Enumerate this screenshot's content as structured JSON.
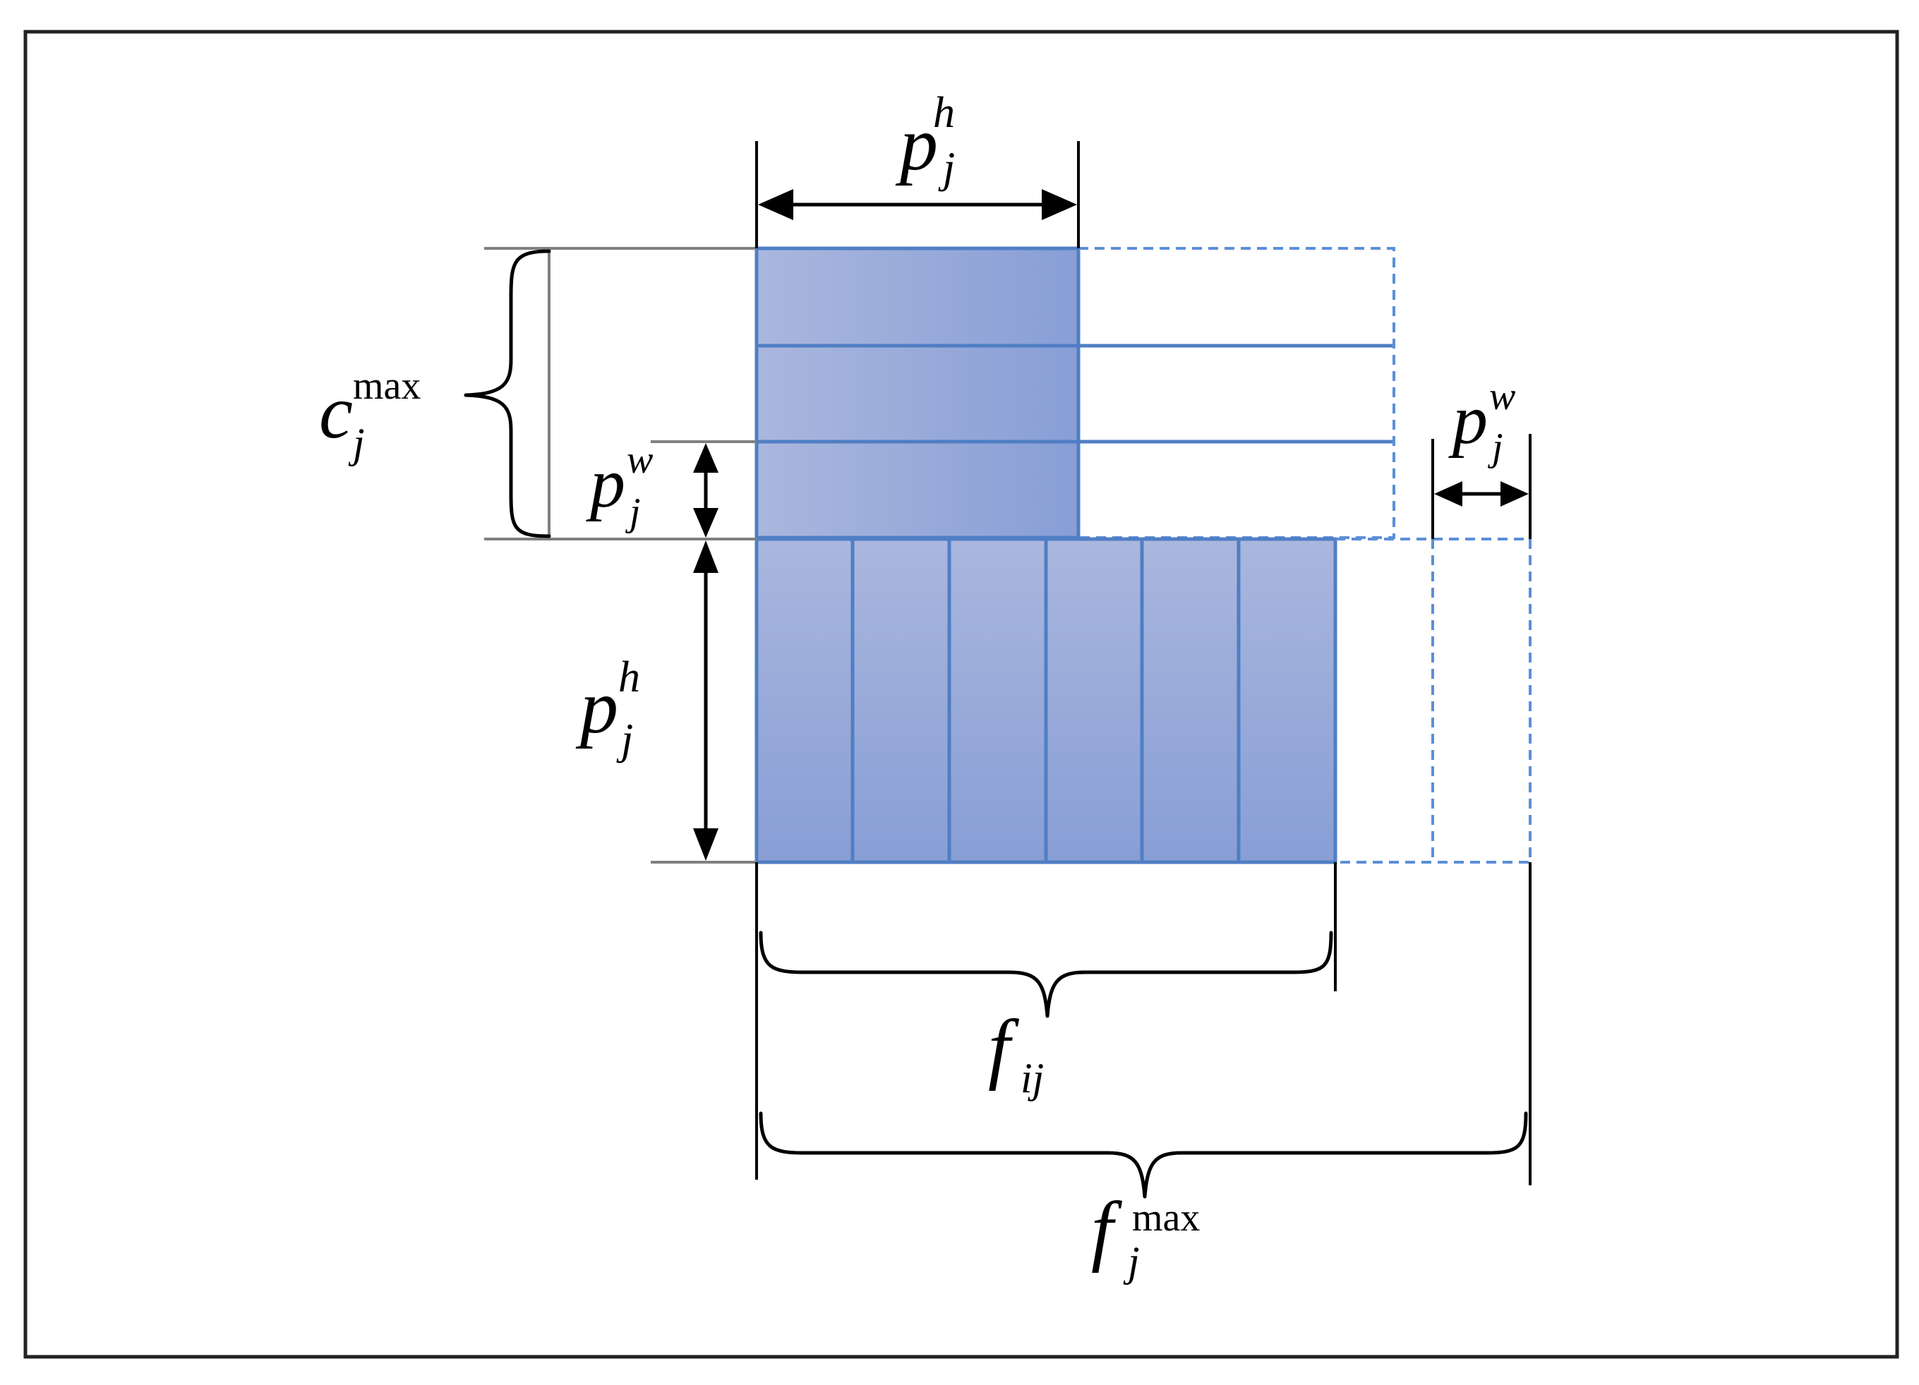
{
  "labels": {
    "top_ph": {
      "base": "p",
      "sup": "h",
      "sub": "j"
    },
    "cmax": {
      "base": "c",
      "sup": "max",
      "sub": "j"
    },
    "left_pw": {
      "base": "p",
      "sup": "w",
      "sub": "j"
    },
    "right_pw": {
      "base": "p",
      "sup": "w",
      "sub": "j"
    },
    "left_ph": {
      "base": "p",
      "sup": "h",
      "sub": "j"
    },
    "fij": {
      "base": "f",
      "sub": "ij"
    },
    "fmax": {
      "base": "f",
      "sup": "max",
      "sub": "j"
    }
  },
  "colors": {
    "fill_light": "#aab7de",
    "fill_dark": "#889ed5",
    "block_line": "#4f7ec4",
    "dashed": "#5b8fd8",
    "line": "#000000",
    "gray": "#808080"
  }
}
